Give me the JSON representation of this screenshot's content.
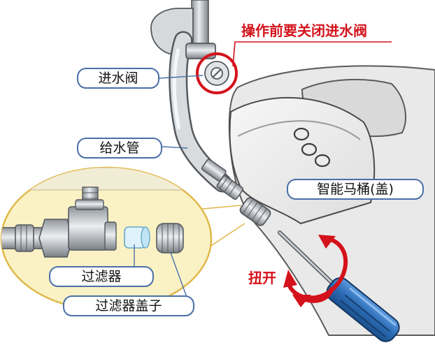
{
  "labels": {
    "warning": "操作前要关闭进水阀",
    "inlet_valve": "进水阀",
    "supply_pipe": "给水管",
    "toilet_lid": "智能马桶(盖)",
    "filter": "过滤器",
    "filter_cap": "过滤器盖子",
    "rotate_open": "扭开"
  },
  "colors": {
    "callout_red": "#d4121b",
    "label_border": "#4a6fa8",
    "inset_fill": "#faf2c4",
    "inset_border": "#e0b84a",
    "screwdriver_handle": "#2b6cb5",
    "pipe": "#b9bec4"
  },
  "icons": [
    "screwdriver-icon",
    "rotate-arrow-icon",
    "shutoff-valve-icon"
  ]
}
